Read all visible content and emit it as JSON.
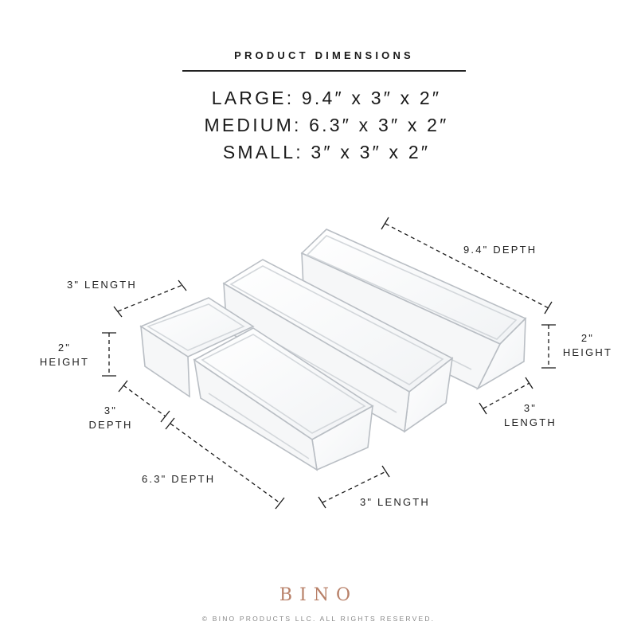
{
  "header": {
    "title": "PRODUCT DIMENSIONS"
  },
  "sizes": [
    {
      "name": "LARGE:",
      "dims": "9.4″ x 3″ x 2″"
    },
    {
      "name": "MEDIUM:",
      "dims": "6.3″ x 3″ x 2″"
    },
    {
      "name": "SMALL:",
      "dims": "3″ x 3″ x 2″"
    }
  ],
  "labels": {
    "small_length": "3\" LENGTH",
    "small_height_value": "2\"",
    "small_height_word": "HEIGHT",
    "small_depth_value": "3\"",
    "small_depth_word": "DEPTH",
    "medium_depth": "6.3\" DEPTH",
    "medium_length": "3\" LENGTH",
    "large_depth": "9.4\" DEPTH",
    "large_height_value": "2\"",
    "large_height_word": "HEIGHT",
    "large_length_value": "3\"",
    "large_length_word": "LENGTH"
  },
  "brand": {
    "logo_text": "BINO",
    "copyright": "© BINO PRODUCTS LLC. ALL RIGHTS RESERVED."
  },
  "colors": {
    "text": "#1a1a1a",
    "brand": "#b88068",
    "tray_outline": "#b9bec4"
  }
}
